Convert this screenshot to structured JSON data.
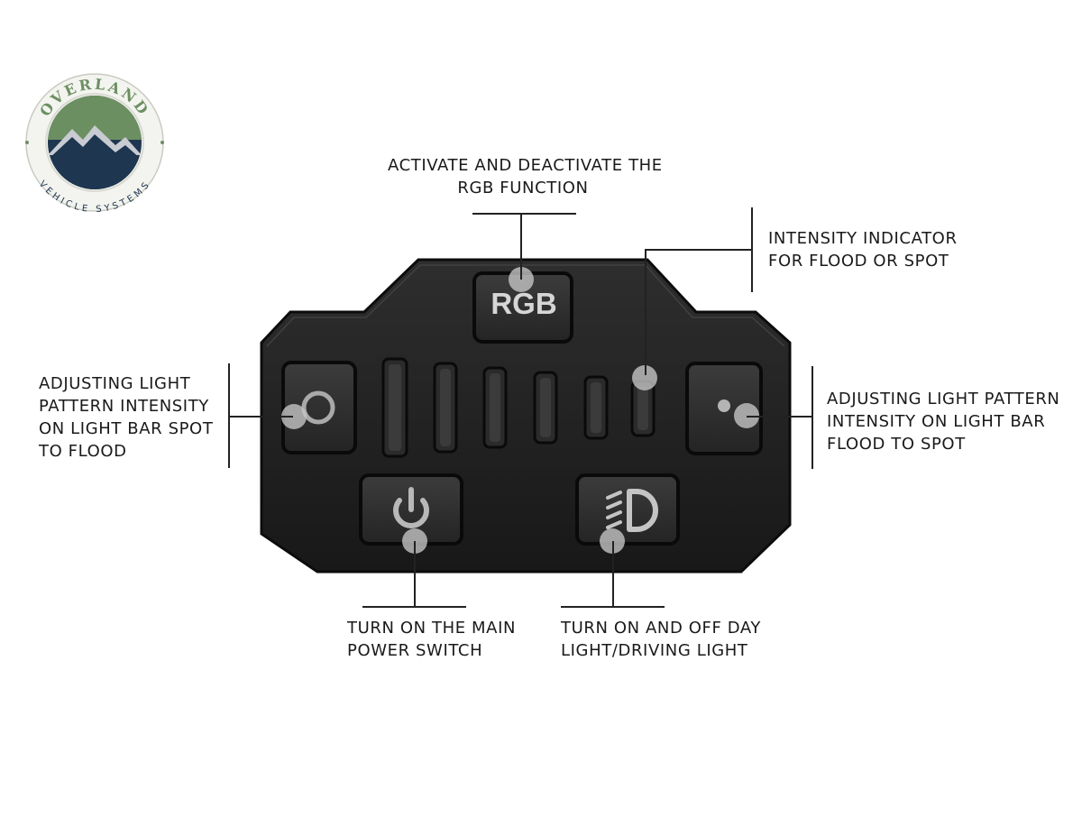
{
  "logo": {
    "top_text": "OVERLAND",
    "bottom_text": "VEHICLE SYSTEMS",
    "colors": {
      "green": "#6c8f62",
      "navy": "#1e3650",
      "ring": "#f3f4ef"
    }
  },
  "remote": {
    "rgb_button_label": "RGB",
    "intensity_level": 0.17,
    "buttons": [
      "rgb-button",
      "flood-button",
      "spot-button",
      "power-button",
      "day-light-button"
    ]
  },
  "callouts": {
    "rgb": [
      "ACTIVATE AND DEACTIVATE THE",
      "RGB FUNCTION"
    ],
    "indicator": [
      "INTENSITY INDICATOR",
      "FOR FLOOD OR SPOT"
    ],
    "spot_to_flood": [
      "ADJUSTING LIGHT",
      "PATTERN INTENSITY",
      "ON LIGHT BAR SPOT",
      "TO FLOOD"
    ],
    "flood_to_spot": [
      "ADJUSTING LIGHT PATTERN",
      "INTENSITY ON LIGHT BAR",
      "FLOOD TO SPOT"
    ],
    "power": [
      "TURN ON THE MAIN",
      "POWER SWITCH"
    ],
    "daylight": [
      "TURN ON AND OFF DAY",
      "LIGHT/DRIVING LIGHT"
    ]
  }
}
